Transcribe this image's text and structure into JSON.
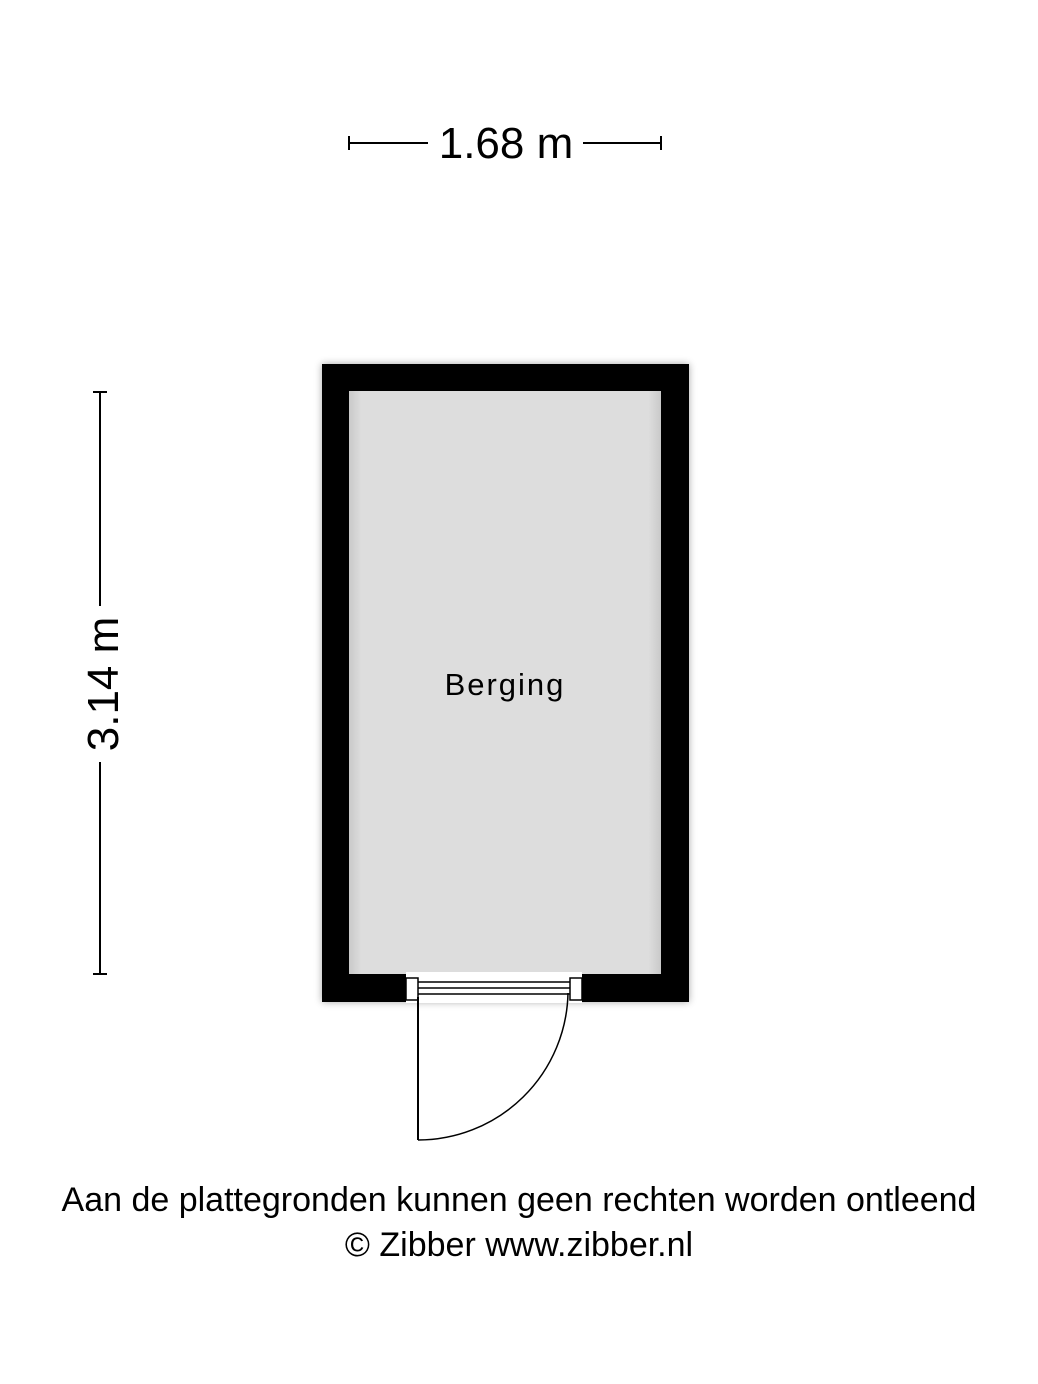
{
  "dimensions": {
    "width_label": "1.68 m",
    "height_label": "3.14 m"
  },
  "room": {
    "name": "Berging"
  },
  "footer": {
    "disclaimer": "Aan de plattegronden kunnen geen rechten worden ontleend",
    "copyright": "© Zibber www.zibber.nl"
  },
  "colors": {
    "wall": "#000000",
    "floor": "#dddddd",
    "line": "#000000",
    "background": "#ffffff"
  }
}
